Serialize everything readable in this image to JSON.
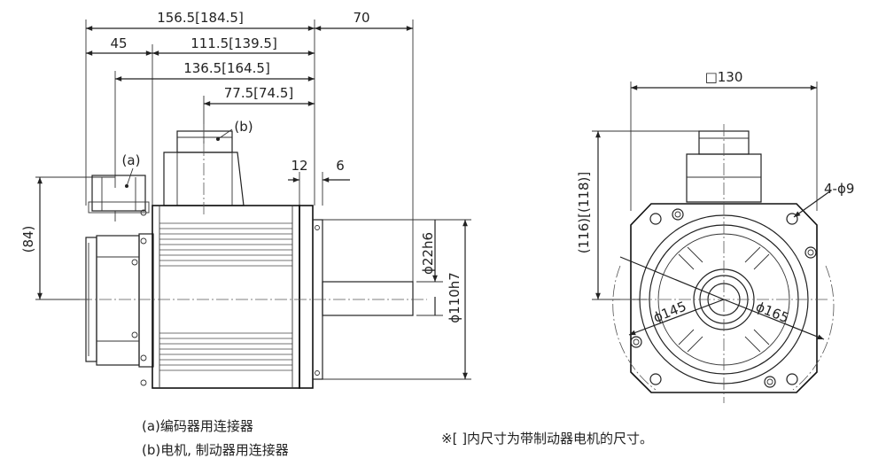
{
  "side_view": {
    "dims": {
      "overall_length": "156.5[184.5]",
      "shaft_length": "70",
      "encoder_conn_offset": "45",
      "body_length": "111.5[139.5]",
      "encoder_conn_to_flange": "136.5[164.5]",
      "power_conn_to_flange": "77.5[74.5]",
      "flange_thickness": "12",
      "pilot_length": "6",
      "height_84": "(84)",
      "shaft_diameter": "ϕ22h6",
      "pilot_diameter": "ϕ110h7"
    },
    "labels": {
      "a": "(a)",
      "b": "(b)"
    }
  },
  "front_view": {
    "dims": {
      "square": "□130",
      "height_116_118": "(116)[(118)]",
      "holes": "4-ϕ9",
      "bolt_circle": "ϕ145",
      "outer_circle": "ϕ165"
    }
  },
  "legend": {
    "a": "(a)编码器用连接器",
    "b": "(b)电机, 制动器用连接器"
  },
  "note": "※[ ]内尺寸为带制动器电机的尺寸。"
}
